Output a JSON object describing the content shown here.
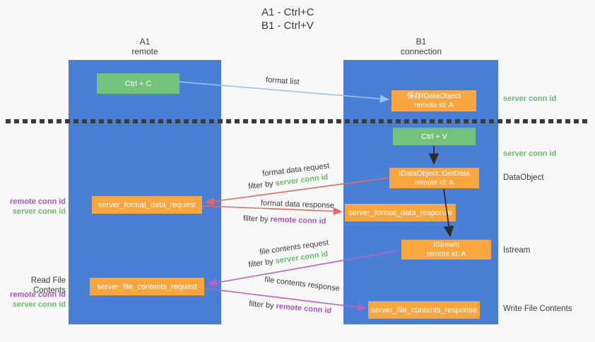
{
  "title": {
    "line1": "A1 - Ctrl+C",
    "line2": "B1 - Ctrl+V"
  },
  "columns": {
    "a1": {
      "name": "A1",
      "subtitle": "remote"
    },
    "b1": {
      "name": "B1",
      "subtitle": "connection"
    }
  },
  "nodes": {
    "ctrl_c": {
      "label": "Ctrl + C"
    },
    "ctrl_v": {
      "label": "Ctrl + V"
    },
    "save_idataobject": {
      "line1": "保存IDataObject",
      "line2": "remote id: A"
    },
    "getdata": {
      "line1": "IDataObject::GetData",
      "line2": "remote id: A"
    },
    "istream": {
      "line1": "IStream",
      "line2": "remote id: A"
    },
    "format_request": {
      "label": "server_format_data_request"
    },
    "format_response": {
      "label": "server_format_data_response"
    },
    "file_request": {
      "label": "server_file_contents_request"
    },
    "file_response": {
      "label": "server_file_contents_response"
    }
  },
  "arrow_labels": {
    "format_list": "format list",
    "format_data_request": "format data request",
    "format_data_response": "format data response",
    "file_contents_request": "file contents request",
    "file_contents_response": "file contents response",
    "filter_by": "filter by ",
    "server_conn_id": "server conn id",
    "remote_conn_id": "remote conn id"
  },
  "side_labels": {
    "left": {
      "remote_conn_id_1": "remote conn id",
      "server_conn_id_1": "server conn id",
      "read_file_contents": "Read File Contents",
      "remote_conn_id_2": "remote conn id",
      "server_conn_id_2": "server conn id"
    },
    "right": {
      "server_conn_id_1": "server conn id",
      "server_conn_id_2": "server conn id",
      "dataobject": "DataObject",
      "istream": "Istream",
      "write_file_contents": "Write File Contents"
    }
  },
  "colors": {
    "column_blue": "#4a7fd6",
    "box_green": "#75c27c",
    "box_orange": "#f9a63e",
    "arrow_light_blue": "#9dc3e6",
    "arrow_red": "#e8695e",
    "arrow_magenta": "#bf5fc4",
    "arrow_black": "#2d2d2d",
    "label_green": "#68be68",
    "label_purple": "#b050c8",
    "background": "#f8f8f8"
  }
}
